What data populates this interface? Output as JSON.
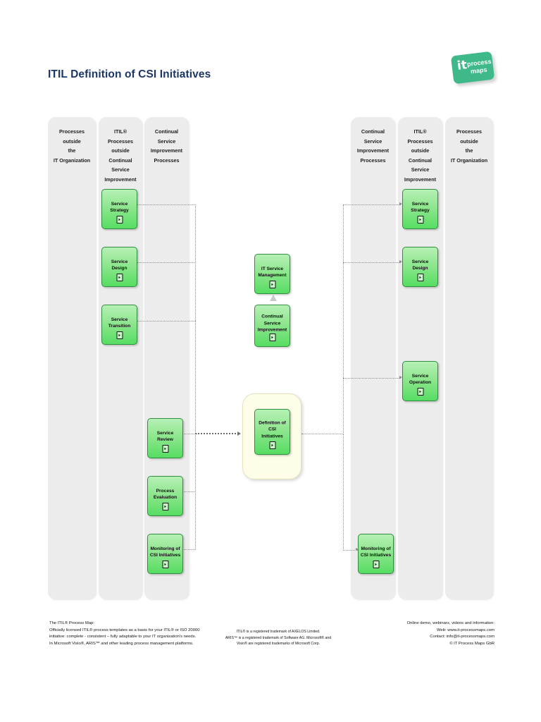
{
  "page": {
    "title": "ITIL Definition of CSI Initiatives",
    "logo": {
      "word_it": "it",
      "word_process": "process",
      "word_maps": "maps",
      "color": "#3fb98a"
    }
  },
  "lanes": [
    {
      "id": "lane-left-outside-it",
      "title": "Processes outside\nthe\nIT Organization"
    },
    {
      "id": "lane-left-itil-outside-csi",
      "title": "ITIL® Processes\noutside  Continual\nService\nImprovement"
    },
    {
      "id": "lane-left-csi-processes",
      "title": "Continual Service\nImprovement\nProcesses"
    },
    {
      "id": "lane-right-csi-processes",
      "title": "Continual Service\nImprovement\nProcesses"
    },
    {
      "id": "lane-right-itil-outside-csi",
      "title": "ITIL® Processes\noutside  Continual\nService\nImprovement"
    },
    {
      "id": "lane-right-outside-it",
      "title": "Processes outside\nthe\nIT Organization"
    }
  ],
  "boxes": {
    "left_service_strategy": "Service Strategy",
    "left_service_design": "Service Design",
    "left_service_transition": "Service\nTransition",
    "left_service_review": "Service Review",
    "left_process_evaluation": "Process\nEvaluation",
    "left_monitoring_csi": "Monitoring of\nCSI Initiatives",
    "center_itsm": "IT Service\nManagement",
    "center_csi": "Continual\nService\nImprovement",
    "center_focus": "Definition of CSI\nInitiatives",
    "right_service_strategy": "Service Strategy",
    "right_service_design": "Service Design",
    "right_service_operation": "Service\nOperation",
    "right_monitoring_csi": "Monitoring of\nCSI Initiatives"
  },
  "footer": {
    "left": [
      "The ITIL® Process Map:",
      "Officially licensed ITIL® process templates as a basis for your ITIL® or ISO 20000",
      "initiative: complete - consistent – fully adaptable to your IT organization's needs.",
      "In Microsoft Visio®, ARIS™ and other leading process management platforms."
    ],
    "center": [
      "ITIL® is a registered trademark of AXELOS Limited.",
      "ARIS™ is a  registered trademark of Software AG. Microsoft® and",
      "Visio® are registered trademarks of Microsoft Corp."
    ],
    "right": [
      "Online demo, webinars, videos and information:",
      "Web: www.it-processmaps.com",
      "Contact: info@it-processmaps.com",
      "© IT Process Maps GbR"
    ]
  }
}
